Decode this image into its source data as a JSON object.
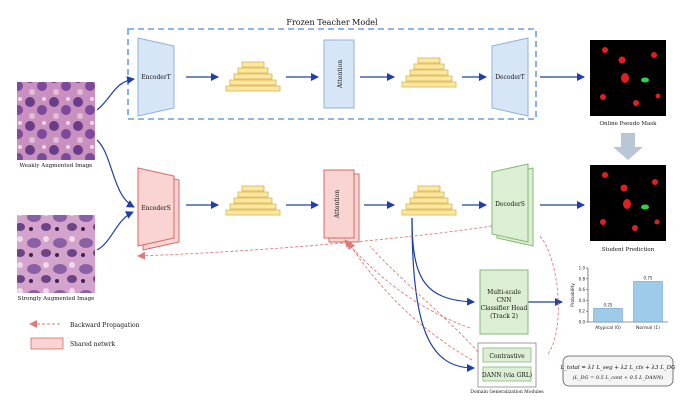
{
  "teacher": {
    "title": "Frozen Teacher Model",
    "encoder_label": "EncoderT",
    "attention_label": "Attention",
    "decoder_label": "DecoderT",
    "output_caption": "Online Pseudo Mask"
  },
  "student": {
    "encoder_label": "EncoderS",
    "attention_label": "Attention",
    "decoder_label": "DecoderS",
    "output_caption": "Student Prediction"
  },
  "inputs": {
    "weak_caption": "Weakly Augmented Image",
    "strong_caption": "Strongly Augmented Image"
  },
  "classifier": {
    "lines": [
      "Multi-scale",
      "CNN",
      "Classifier Head",
      "(Track 2)"
    ]
  },
  "domain_generalization": {
    "box1": "Contrastive",
    "box2": "DANN (via GRL)",
    "caption": "Domain Generalization Modules"
  },
  "loss": {
    "line1": "L_total = λ1 L_seg + λ2 L_cls + λ3 L_DG",
    "line2": "(L_DG = 0.5 L_cont + 0.5 L_DANN)"
  },
  "legend": {
    "backprop_label": "Backward Propagation",
    "shared_label": "Shared netwrk"
  },
  "colors": {
    "teacher_box": "#6a9fe0",
    "encoder_fill": "#d7e6f6",
    "student_red_fill": "#f9d4d2",
    "student_red_stroke": "#d46a66",
    "student_green_fill": "#dcefd4",
    "student_green_stroke": "#86b878",
    "feature_fill": "#fbe6a3",
    "feature_stroke": "#d9b34a",
    "arrow_blue": "#1d3fa8",
    "backprop_red": "#e07a7a",
    "bar_fill": "#9ecbea"
  },
  "chart_data": {
    "type": "bar",
    "categories": [
      "Atypical (0)",
      "Normal (1)"
    ],
    "values": [
      0.25,
      0.75
    ],
    "ylabel": "Probability",
    "ylim": [
      0,
      1.0
    ],
    "yticks": [
      0.0,
      0.2,
      0.4,
      0.6,
      0.8,
      1.0
    ],
    "data_labels": [
      "0.25",
      "0.75"
    ]
  }
}
